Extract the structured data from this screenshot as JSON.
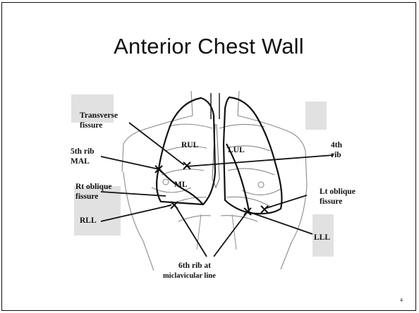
{
  "slide": {
    "title": "Anterior Chest Wall",
    "page_number": "4"
  },
  "figure": {
    "labels": {
      "transverse_1": "Transverse",
      "transverse_2": "fissure",
      "rib5_1": "5th rib",
      "rib5_2": "MAL",
      "rul": "RUL",
      "lul": "LUL",
      "rib4_1": "4th",
      "rib4_2": "rib",
      "ml": "ML",
      "rt_oblique_1": "Rt oblique",
      "rt_oblique_2": "fissure",
      "lt_oblique_1": "Lt oblique",
      "lt_oblique_2": "fissure",
      "rll": "RLL",
      "lll": "LLL",
      "rib6_1": "6th rib at",
      "rib6_2": "miclavicular line"
    },
    "colors": {
      "ink": "#111111",
      "sketch": "#8a8a8a",
      "shade": "#c9c9c9"
    }
  }
}
